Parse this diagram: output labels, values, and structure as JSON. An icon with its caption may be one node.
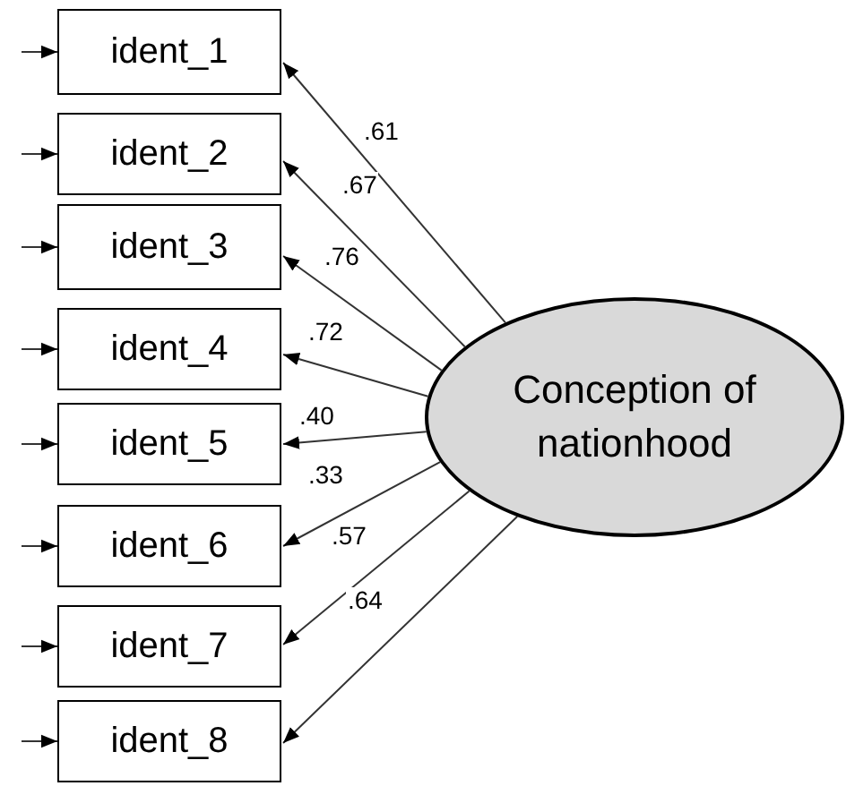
{
  "diagram": {
    "nodes": [
      {
        "text": [
          "ident_1"
        ]
      },
      {
        "text": [
          "ident_2"
        ]
      },
      {
        "text": [
          "ident_3"
        ]
      },
      {
        "text": [
          "ident_4"
        ]
      },
      {
        "text": [
          "ident_5"
        ]
      },
      {
        "text": [
          "ident_6"
        ]
      },
      {
        "text": [
          "ident_7"
        ]
      },
      {
        "text": [
          "ident_8"
        ]
      },
      {
        "text": [
          "Conception of nationhood"
        ]
      }
    ],
    "edges": [
      {
        "from": 8,
        "to": 0,
        "arrow": "to",
        "label": ".61"
      },
      {
        "from": 8,
        "to": 1,
        "arrow": "to",
        "label": ".67"
      },
      {
        "from": 8,
        "to": 2,
        "arrow": "to",
        "label": ".76"
      },
      {
        "from": 8,
        "to": 3,
        "arrow": "to",
        "label": ".72"
      },
      {
        "from": 8,
        "to": 4,
        "arrow": "to",
        "label": ".40"
      },
      {
        "from": 8,
        "to": 5,
        "arrow": "to",
        "label": ".33"
      },
      {
        "from": 8,
        "to": 6,
        "arrow": "to",
        "label": ".57"
      },
      {
        "from": 8,
        "to": 7,
        "arrow": "to",
        "label": ".64"
      },
      {
        "from": null,
        "to": 0,
        "arrow": "to"
      },
      {
        "from": null,
        "to": 1,
        "arrow": "to"
      },
      {
        "from": null,
        "to": 2,
        "arrow": "to"
      },
      {
        "from": null,
        "to": 3,
        "arrow": "to"
      },
      {
        "from": null,
        "to": 4,
        "arrow": "to"
      },
      {
        "from": null,
        "to": 5,
        "arrow": "to"
      },
      {
        "from": null,
        "to": 6,
        "arrow": "to"
      },
      {
        "from": null,
        "to": 7,
        "arrow": "to"
      }
    ]
  }
}
